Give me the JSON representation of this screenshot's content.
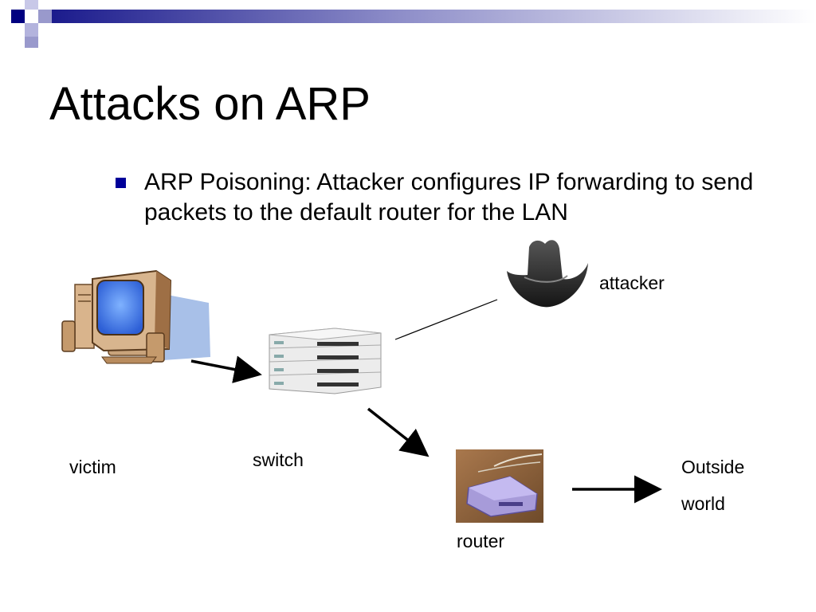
{
  "slide": {
    "title": "Attacks on ARP",
    "bullets": [
      "ARP Poisoning: Attacker configures IP forwarding to send packets to the default router for the LAN"
    ]
  },
  "diagram": {
    "labels": {
      "victim": "victim",
      "switch": "switch",
      "attacker": "attacker",
      "router": "router",
      "outside_line1": "Outside",
      "outside_line2": "world"
    },
    "icons": [
      "computer-icon",
      "switch-icon",
      "cowboy-hat-icon",
      "router-icon"
    ]
  },
  "colors": {
    "accent": "#000099",
    "gradient_end": "#ffffff"
  }
}
